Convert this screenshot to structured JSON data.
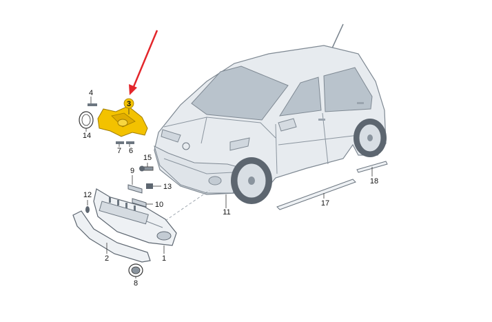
{
  "callouts": {
    "c1": "1",
    "c2": "2",
    "c3": "3",
    "c4": "4",
    "c6": "6",
    "c7": "7",
    "c8": "8",
    "c9": "9",
    "c10": "10",
    "c11": "11",
    "c12": "12",
    "c13": "13",
    "c14": "14",
    "c15": "15",
    "c17": "17",
    "c18": "18"
  },
  "colors": {
    "highlight": "#f3c200",
    "arrow": "#e3262b",
    "car_body": "#e7ebef",
    "glass": "#b9c3cc"
  }
}
